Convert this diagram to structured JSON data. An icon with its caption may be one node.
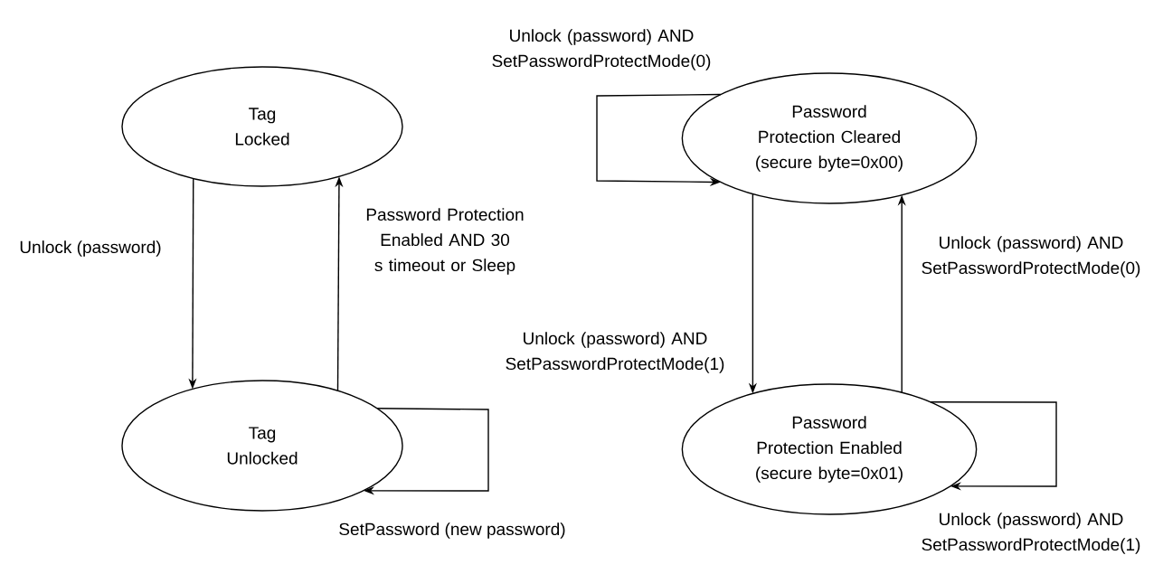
{
  "diagram": {
    "nodes": [
      {
        "text": [
          "Tag Locked"
        ]
      },
      {
        "text": [
          "Tag Unlocked"
        ]
      },
      {
        "text": [
          "Password Protection Cleared",
          "(secure byte=0x00)"
        ]
      },
      {
        "text": [
          "Password Protection Enabled",
          "(secure byte=0x01)"
        ]
      }
    ],
    "edges": [
      {
        "from": 0,
        "to": 1,
        "arrow": "to",
        "label": "Unlock (password)"
      },
      {
        "from": 1,
        "to": 0,
        "arrow": "to",
        "label": "Password Protection Enabled AND 30 s timeout or Sleep"
      },
      {
        "from": 1,
        "to": 1,
        "arrow": "to",
        "label": "SetPassword (new password)"
      },
      {
        "from": 2,
        "to": 2,
        "arrow": "to",
        "label": "Unlock (password) AND SetPasswordProtectMode(0)"
      },
      {
        "from": 2,
        "to": 3,
        "arrow": "to",
        "label": "Unlock (password) AND SetPasswordProtectMode(1)"
      },
      {
        "from": 3,
        "to": 2,
        "arrow": "to",
        "label": "Unlock (password) AND SetPasswordProtectMode(0)"
      },
      {
        "from": 3,
        "to": 3,
        "arrow": "to",
        "label": "Unlock (password) AND SetPasswordProtectMode(1)"
      }
    ]
  }
}
